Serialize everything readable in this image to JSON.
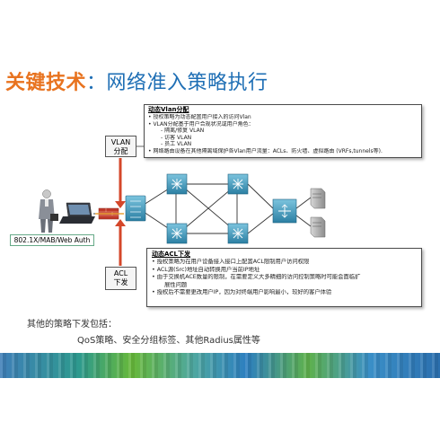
{
  "title": {
    "part1": "关键技术",
    "part2": "：网络准入策略执行"
  },
  "vlan_callout": {
    "head": "动态Vlan分配",
    "lines": [
      {
        "text": "授权策略为动态配置用户接入的访问Vlan",
        "type": "bul"
      },
      {
        "text": "VLAN分配基于用户合规状况或用户角色：",
        "type": "bul"
      },
      {
        "text": "- 隔离/修复 VLAN",
        "type": "sub"
      },
      {
        "text": "- 访客 VLAN",
        "type": "sub"
      },
      {
        "text": "- 员工 VLAN",
        "type": "sub"
      },
      {
        "text": "网络路由设备在其他隔离域保护各Vlan用户流量：ACLs、防火墙、虚拟路由 (VRFs,tunnels等).",
        "type": "bul"
      }
    ]
  },
  "acl_callout": {
    "head": "动态ACL下发",
    "lines": [
      {
        "text": "授权策略为在用户设备接入接口上配置ACL限制用户访问权限",
        "type": "bul"
      },
      {
        "text": "ACL源(Src)地址自动转换用户当前IP地址",
        "type": "bul"
      },
      {
        "text": "由于交换机ACE数量的限制，在需要定义大多精细的访问控制策略时可能会面临扩",
        "type": "bul"
      },
      {
        "text": "展性问题",
        "type": "sub"
      },
      {
        "text": "授权后不需要更改用户IP，因为对终端用户影响最小，较好的客户体验",
        "type": "bul"
      }
    ]
  },
  "labels": {
    "vlan": [
      "VLAN",
      "分配"
    ],
    "acl": [
      "ACL",
      "下发"
    ],
    "auth": "802.1X/MAB/Web Auth"
  },
  "footer": {
    "line1": "其他的策略下发包括：",
    "line2": "QoS策略、安全分组标签、其他Radius属性等"
  },
  "icons": [
    "user-icon",
    "laptop-icon",
    "firewall-icon",
    "access-switch-icon",
    "router-icon",
    "server-icon"
  ],
  "colors": {
    "title_accent": "#e8731f",
    "title_main": "#1f6fb5",
    "device": "#3d8fb0",
    "flow_arrow": "#d4472a"
  }
}
